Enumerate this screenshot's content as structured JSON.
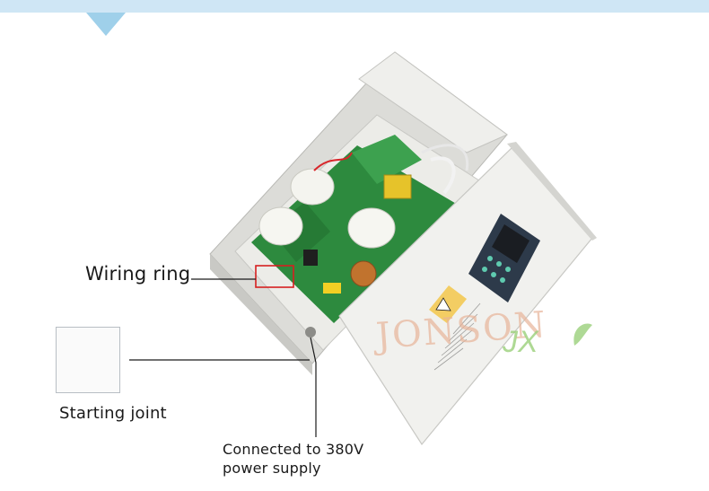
{
  "callouts": {
    "wiring_ring": "Wiring ring",
    "starting_joint": "Starting joint",
    "power_supply_line1": "Connected to 380V",
    "power_supply_line2": "power supply"
  },
  "watermark": {
    "brand": "JONSON",
    "mark": "JX"
  },
  "colors": {
    "banner": "#cfe6f5",
    "banner_pointer": "#9fd0ea",
    "enclosure": "#e9e9e6",
    "pcb": "#2d8a3e",
    "highlight_box": "#d62020",
    "leader_line": "#1a1a1a",
    "watermark_text": "#e8b49a",
    "watermark_leaf": "#9ad07a"
  }
}
